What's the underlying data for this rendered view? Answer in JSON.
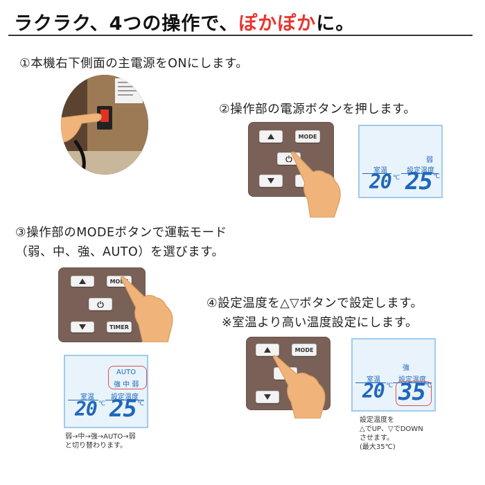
{
  "title": {
    "pre": "ラクラク、4つの操作で、",
    "highlight": "ぽかぽか",
    "post": "に。",
    "accent": "#e8352f"
  },
  "steps": {
    "s1": "①本機右下側面の主電源をONにします。",
    "s2": "②操作部の電源ボタンを押します。",
    "s3_l1": "③操作部のMODEボタンで運転モード",
    "s3_l2": "（弱、中、強、AUTO）を選びます。",
    "s4_l1": "④設定温度を△▽ボタンで設定します。",
    "s4_l2": "※室温より高い温度設定にします。"
  },
  "buttons": {
    "mode": "MODE",
    "timer": "TIMER"
  },
  "lcd1": {
    "mode": "弱",
    "room_label": "室温",
    "set_label": "設定温度",
    "room": "20",
    "set": "25",
    "unit": "℃"
  },
  "lcd2": {
    "auto": "AUTO",
    "modes": "強 中 弱",
    "room_label": "室温",
    "set_label": "設定温度",
    "room": "20",
    "set": "25",
    "unit": "℃"
  },
  "lcd3": {
    "mode": "強",
    "room_label": "室温",
    "set_label": "設定温度",
    "room": "20",
    "set": "35",
    "unit": "℃"
  },
  "captions": {
    "c3_l1": "弱→中→強→AUTO→弱",
    "c3_l2": "と切り替わります。",
    "c4_l1": "設定温度を",
    "c4_l2": "△でUP、▽でDOWN",
    "c4_l3": "させます。",
    "c4_l4": "(最大35℃)"
  },
  "colors": {
    "lcd_text": "#1f67b8",
    "panel": "#7a6158",
    "hand": "#f0b47a"
  }
}
